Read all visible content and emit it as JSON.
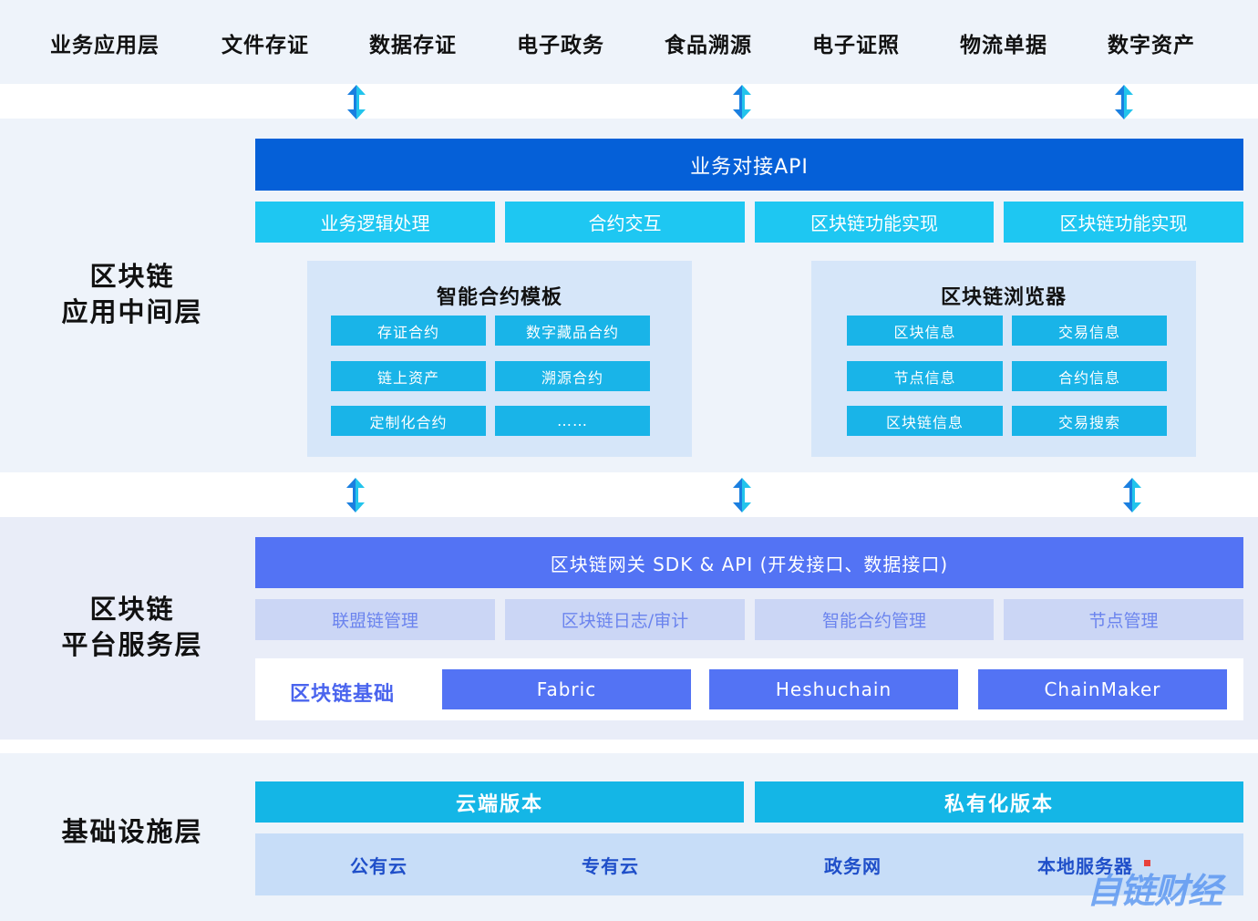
{
  "app_layer": {
    "items": [
      "业务应用层",
      "文件存证",
      "数据存证",
      "电子政务",
      "食品溯源",
      "电子证照",
      "物流单据",
      "数字资产"
    ]
  },
  "middle_layer": {
    "title_line1": "区块链",
    "title_line2": "应用中间层",
    "api_label": "业务对接API",
    "functions": [
      "业务逻辑处理",
      "合约交互",
      "区块链功能实现",
      "区块链功能实现"
    ],
    "contract_panel": {
      "title": "智能合约模板",
      "items": [
        "存证合约",
        "数字藏品合约",
        "链上资产",
        "溯源合约",
        "定制化合约",
        "……"
      ]
    },
    "explorer_panel": {
      "title": "区块链浏览器",
      "items": [
        "区块信息",
        "交易信息",
        "节点信息",
        "合约信息",
        "区块链信息",
        "交易搜索"
      ]
    }
  },
  "platform_layer": {
    "title_line1": "区块链",
    "title_line2": "平台服务层",
    "gateway_label": "区块链网关 SDK & API (开发接口、数据接口)",
    "management": [
      "联盟链管理",
      "区块链日志/审计",
      "智能合约管理",
      "节点管理"
    ],
    "base_label": "区块链基础",
    "base_items": [
      "Fabric",
      "Heshuchain",
      "ChainMaker"
    ]
  },
  "infra_layer": {
    "title": "基础设施层",
    "cloud_label": "云端版本",
    "private_label": "私有化版本",
    "items": [
      "公有云",
      "专有云",
      "政务网",
      "本地服务器"
    ]
  },
  "watermark": "自链财经",
  "colors": {
    "api_blue": "#0560d8",
    "cyan": "#1ec7f2",
    "gateway_blue": "#5373f4",
    "arrow_blue": "#1a7fe0",
    "arrow_cyan": "#22c4ec"
  }
}
